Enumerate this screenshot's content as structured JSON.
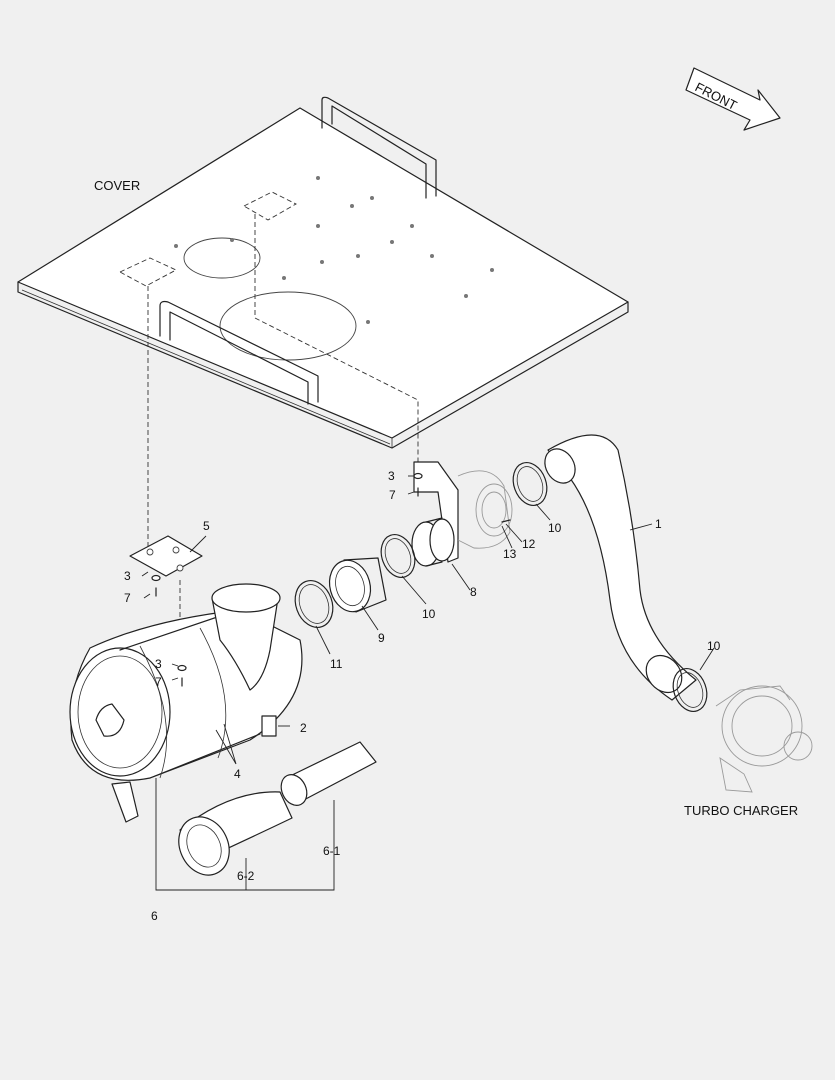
{
  "labels": {
    "cover": "COVER",
    "front": "FRONT",
    "turbo": "TURBO CHARGER"
  },
  "callouts": {
    "p1": "1",
    "p2": "2",
    "p3a": "3",
    "p3b": "3",
    "p3c": "3",
    "p4": "4",
    "p5": "5",
    "p6": "6",
    "p6_1": "6-1",
    "p6_2": "6-2",
    "p7a": "7",
    "p7b": "7",
    "p7c": "7",
    "p8": "8",
    "p9": "9",
    "p10a": "10",
    "p10b": "10",
    "p10c": "10",
    "p11": "11",
    "p12": "12",
    "p13": "13"
  }
}
